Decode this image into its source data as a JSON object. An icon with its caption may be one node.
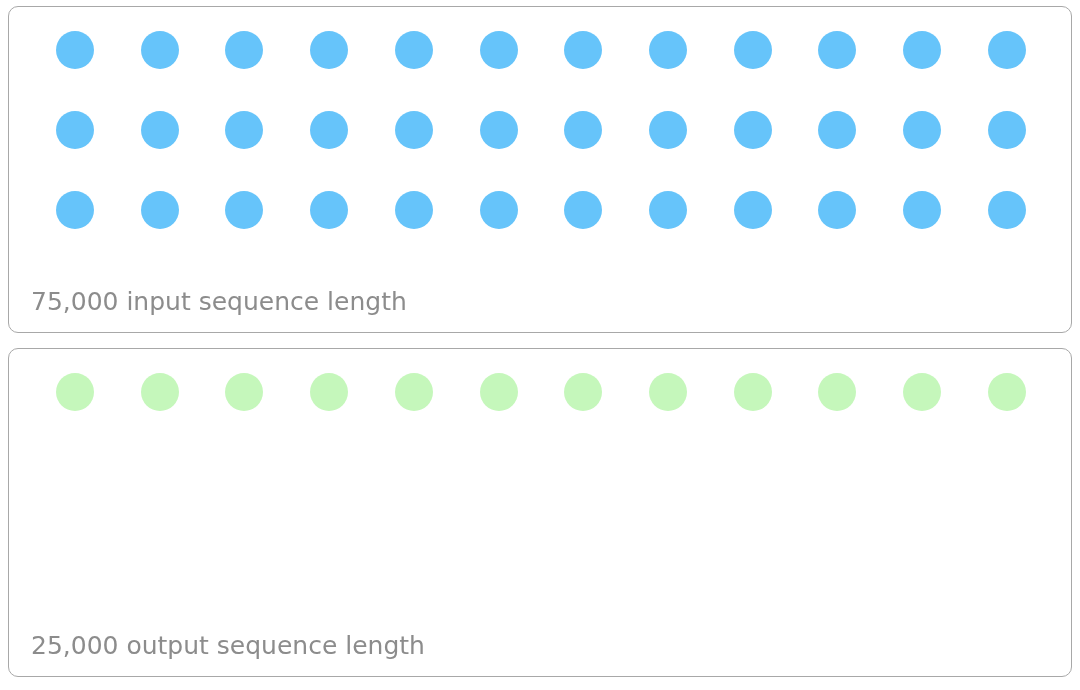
{
  "diagram": {
    "nodes": [
      {
        "text": [
          "75,000 input sequence length"
        ]
      },
      {
        "text": [],
        "shape": "circle",
        "in": 0
      },
      {
        "text": [],
        "shape": "circle",
        "in": 0
      },
      {
        "text": [],
        "shape": "circle",
        "in": 0
      },
      {
        "text": [],
        "shape": "circle",
        "in": 0
      },
      {
        "text": [],
        "shape": "circle",
        "in": 0
      },
      {
        "text": [],
        "shape": "circle",
        "in": 0
      },
      {
        "text": [],
        "shape": "circle",
        "in": 0
      },
      {
        "text": [],
        "shape": "circle",
        "in": 0
      },
      {
        "text": [],
        "shape": "circle",
        "in": 0
      },
      {
        "text": [],
        "shape": "circle",
        "in": 0
      },
      {
        "text": [],
        "shape": "circle",
        "in": 0
      },
      {
        "text": [],
        "shape": "circle",
        "in": 0
      },
      {
        "text": [],
        "shape": "circle",
        "in": 0
      },
      {
        "text": [],
        "shape": "circle",
        "in": 0
      },
      {
        "text": [],
        "shape": "circle",
        "in": 0
      },
      {
        "text": [],
        "shape": "circle",
        "in": 0
      },
      {
        "text": [],
        "shape": "circle",
        "in": 0
      },
      {
        "text": [],
        "shape": "circle",
        "in": 0
      },
      {
        "text": [],
        "shape": "circle",
        "in": 0
      },
      {
        "text": [],
        "shape": "circle",
        "in": 0
      },
      {
        "text": [],
        "shape": "circle",
        "in": 0
      },
      {
        "text": [],
        "shape": "circle",
        "in": 0
      },
      {
        "text": [],
        "shape": "circle",
        "in": 0
      },
      {
        "text": [],
        "shape": "circle",
        "in": 0
      },
      {
        "text": [],
        "shape": "circle",
        "in": 0
      },
      {
        "text": [],
        "shape": "circle",
        "in": 0
      },
      {
        "text": [],
        "shape": "circle",
        "in": 0
      },
      {
        "text": [],
        "shape": "circle",
        "in": 0
      },
      {
        "text": [],
        "shape": "circle",
        "in": 0
      },
      {
        "text": [],
        "shape": "circle",
        "in": 0
      },
      {
        "text": [],
        "shape": "circle",
        "in": 0
      },
      {
        "text": [],
        "shape": "circle",
        "in": 0
      },
      {
        "text": [],
        "shape": "circle",
        "in": 0
      },
      {
        "text": [],
        "shape": "circle",
        "in": 0
      },
      {
        "text": [],
        "shape": "circle",
        "in": 0
      },
      {
        "text": [],
        "shape": "circle",
        "in": 0
      },
      {
        "text": [
          "25,000 output sequence length"
        ]
      },
      {
        "text": [],
        "shape": "circle",
        "in": 37
      },
      {
        "text": [],
        "shape": "circle",
        "in": 37
      },
      {
        "text": [],
        "shape": "circle",
        "in": 37
      },
      {
        "text": [],
        "shape": "circle",
        "in": 37
      },
      {
        "text": [],
        "shape": "circle",
        "in": 37
      },
      {
        "text": [],
        "shape": "circle",
        "in": 37
      },
      {
        "text": [],
        "shape": "circle",
        "in": 37
      },
      {
        "text": [],
        "shape": "circle",
        "in": 37
      },
      {
        "text": [],
        "shape": "circle",
        "in": 37
      },
      {
        "text": [],
        "shape": "circle",
        "in": 37
      },
      {
        "text": [],
        "shape": "circle",
        "in": 37
      },
      {
        "text": [],
        "shape": "circle",
        "in": 37
      }
    ]
  }
}
